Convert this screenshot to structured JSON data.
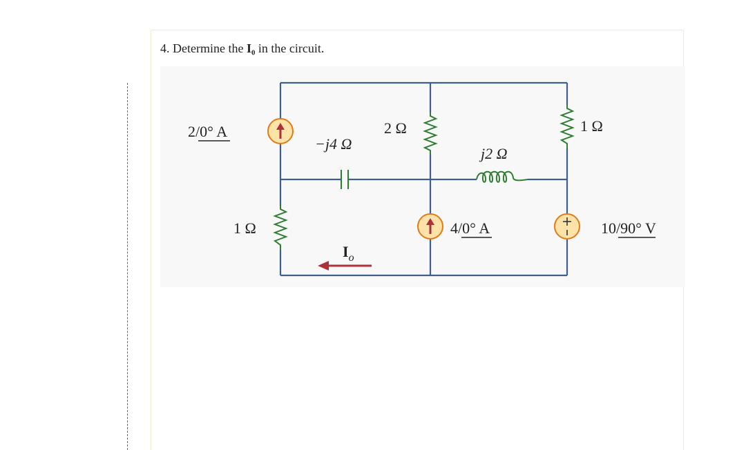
{
  "question": {
    "prefix": "4. Determine the ",
    "bold_symbol": "I₀",
    "suffix": " in the circuit."
  },
  "circuit": {
    "source_left_label": "2/0° A",
    "resistor_top_mid_label": "2 Ω",
    "resistor_top_right_label": "1 Ω",
    "capacitor_label": "−j4 Ω",
    "inductor_label": "j2 Ω",
    "resistor_left_label": "1 Ω",
    "current_label_main": "I",
    "current_label_sub": "o",
    "source_mid_label": "4/0° A",
    "voltage_source_label": "10/90° V"
  },
  "colors": {
    "wire": "#3d5f8c",
    "resistor": "#2e7d32",
    "source_fill": "#fde3a7",
    "source_stroke": "#e07b1a",
    "current_arrow": "#b0303a"
  }
}
